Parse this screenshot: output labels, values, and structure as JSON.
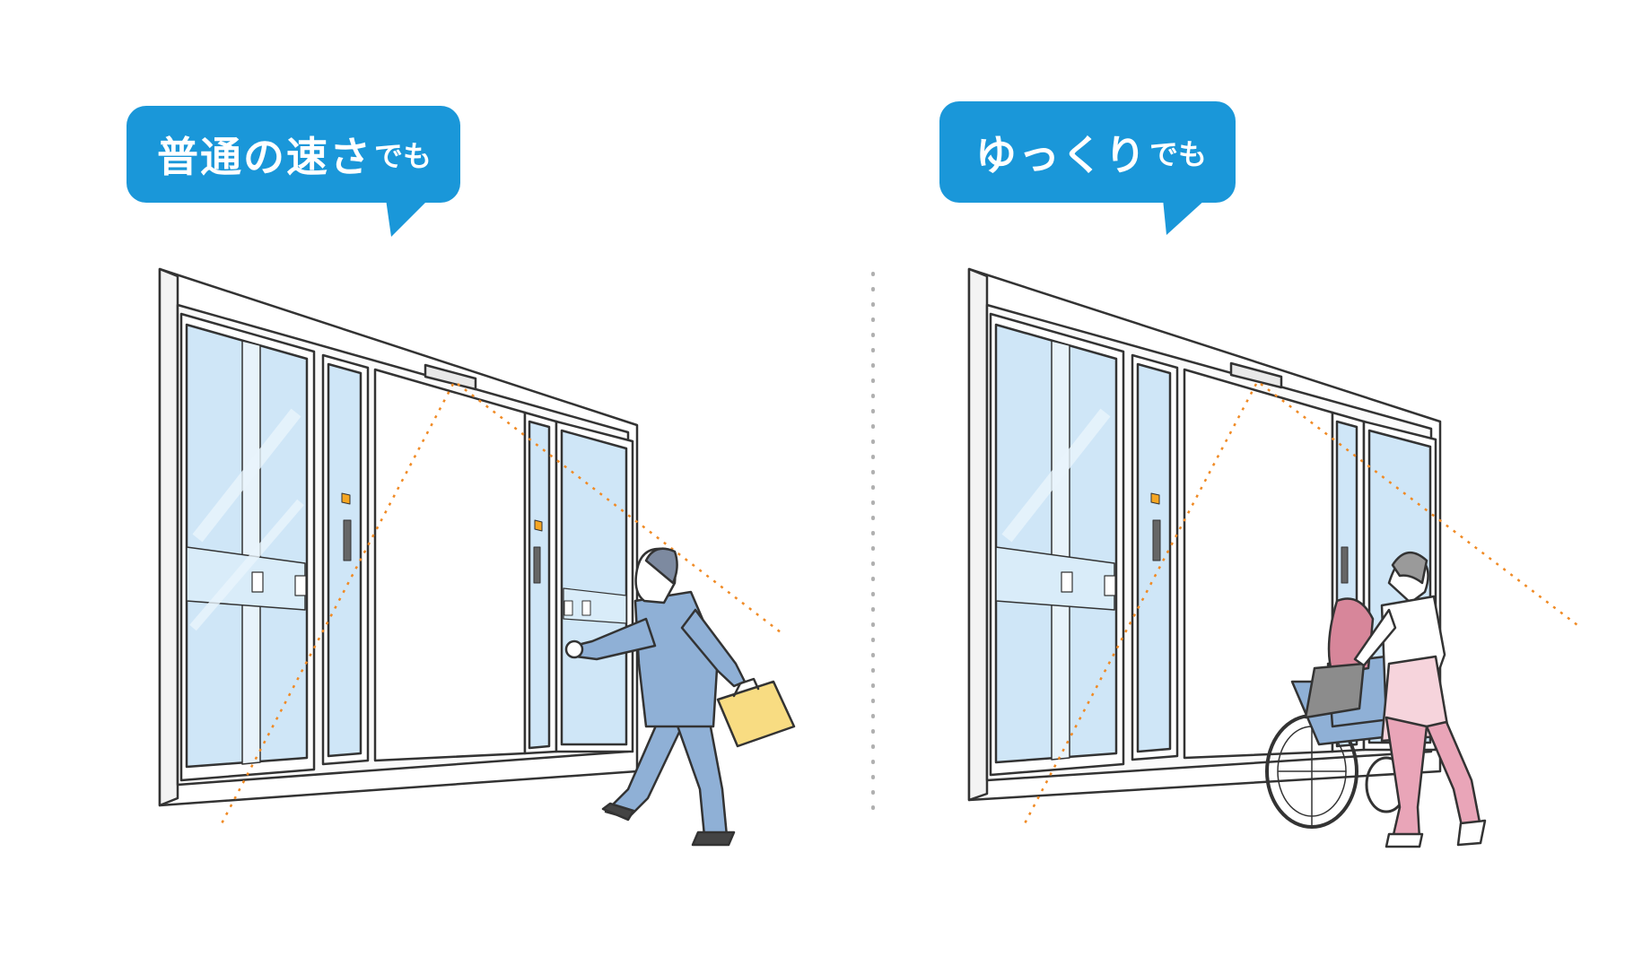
{
  "panels": [
    {
      "caption_main": "普通の速さ",
      "caption_suffix": "でも",
      "subject": "businessman-walking"
    },
    {
      "caption_main": "ゆっくり",
      "caption_suffix": "でも",
      "subject": "caregiver-pushing-wheelchair"
    }
  ],
  "colors": {
    "bubble": "#1a97d9",
    "glass": "#cfe6f7",
    "frame": "#ffffff",
    "outline": "#333333",
    "sensor_beam": "#f08a24",
    "divider": "#b0b0b0"
  }
}
